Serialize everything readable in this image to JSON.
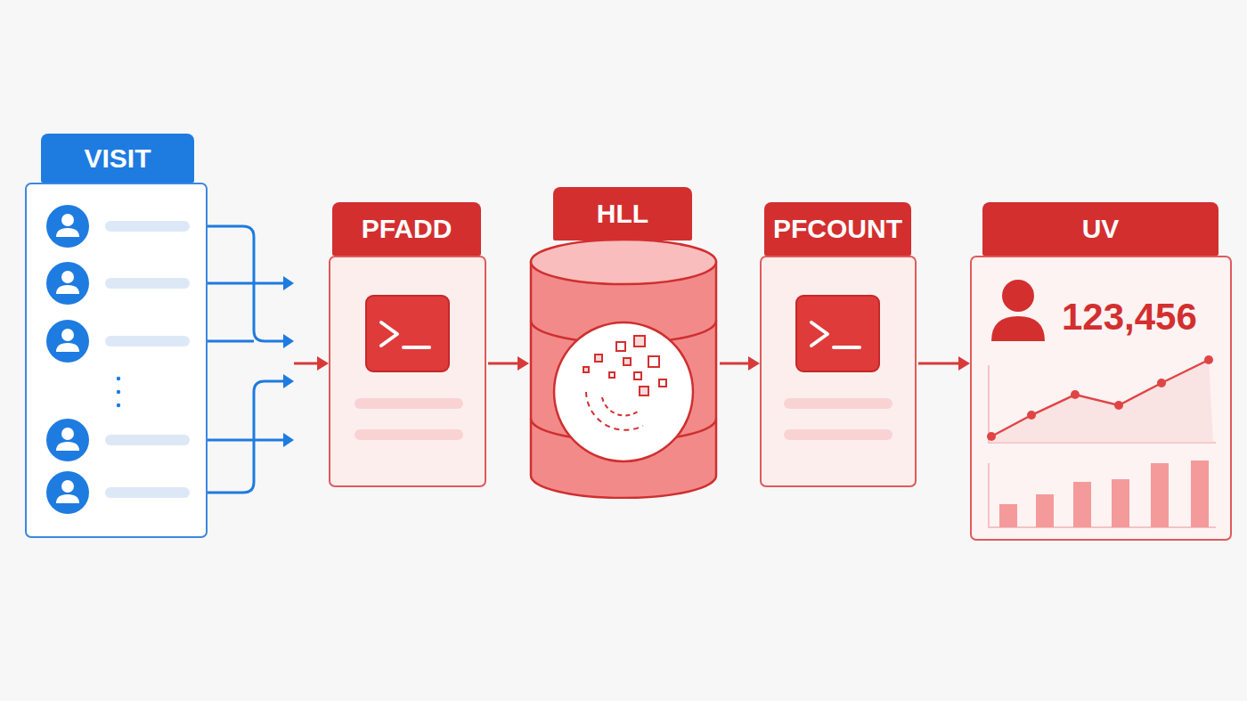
{
  "diagram": {
    "nodes": [
      {
        "text": [
          "VISIT"
        ]
      },
      {
        "text": [
          "PFADD"
        ]
      },
      {
        "text": [
          "HLL"
        ]
      },
      {
        "text": [
          "PFCOUNT"
        ]
      },
      {
        "text": [
          "UV",
          "123,456"
        ]
      }
    ],
    "edges": [
      {
        "from": 0,
        "to": 1,
        "arrow": "to"
      },
      {
        "from": 1,
        "to": 2,
        "arrow": "to"
      },
      {
        "from": 2,
        "to": 3,
        "arrow": "to"
      },
      {
        "from": 3,
        "to": 4,
        "arrow": "to"
      }
    ]
  }
}
